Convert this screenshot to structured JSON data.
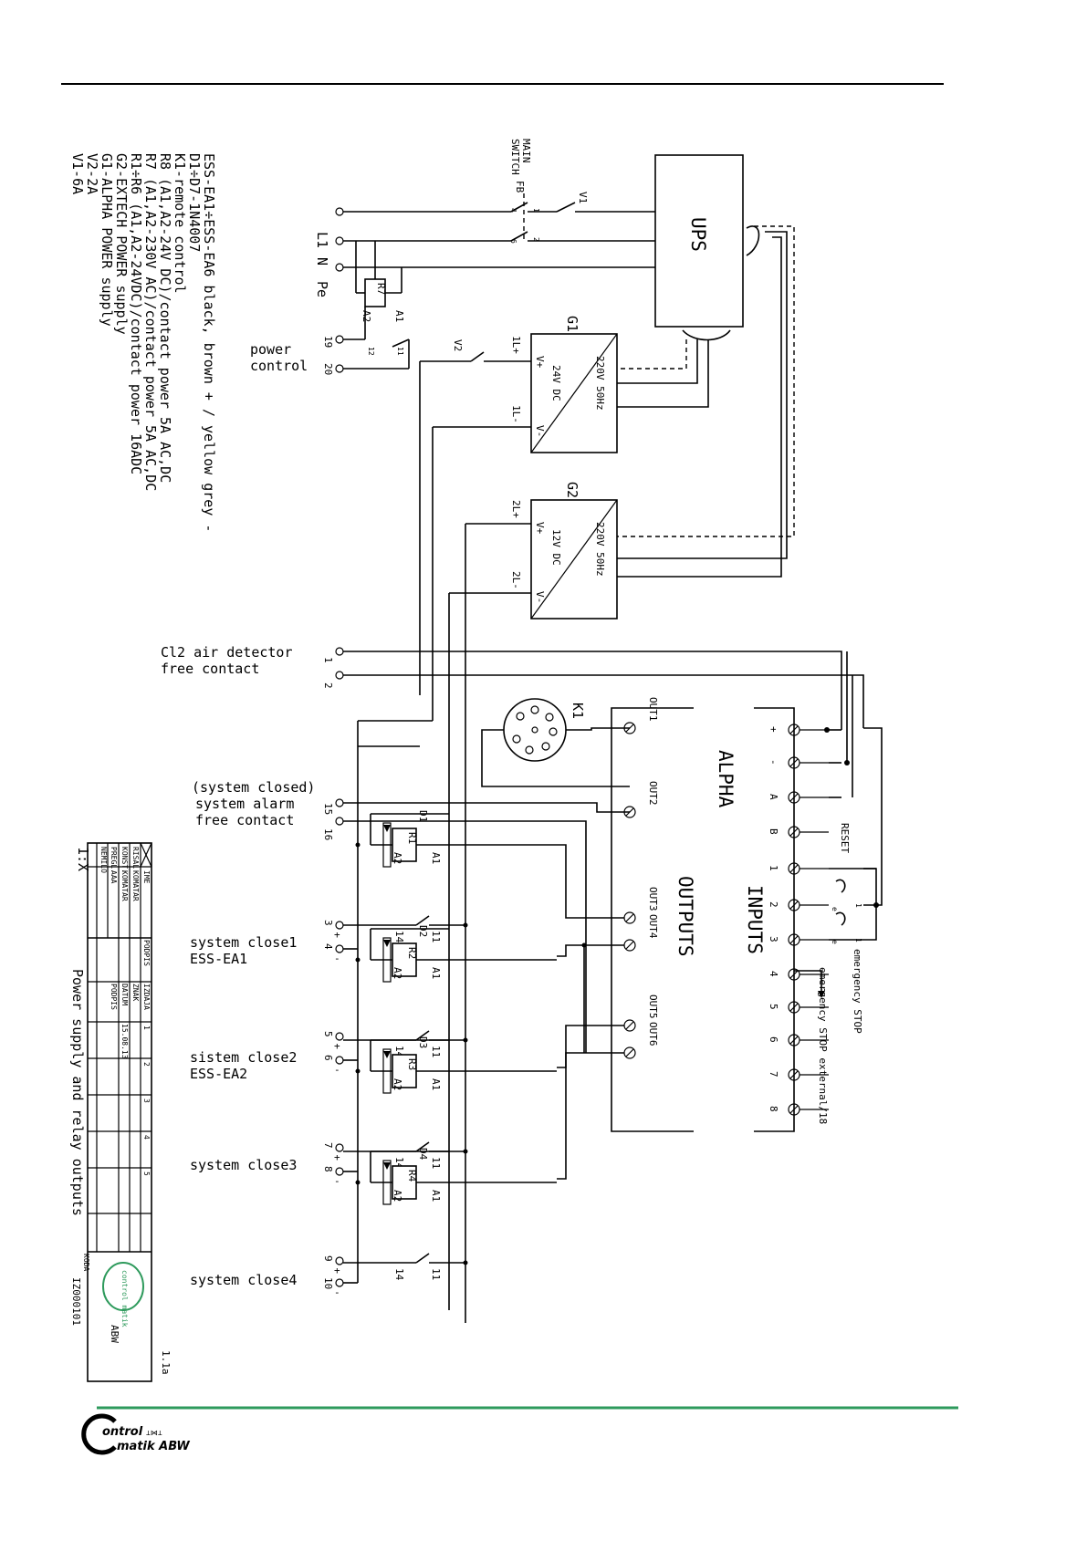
{
  "colors": {
    "accent_green": "#2e9a5c",
    "ink": "#000000"
  },
  "footer_logo": {
    "line1": "ontrol",
    "line2": "matik ABW",
    "glyph": "⊥⋈⊥"
  },
  "legend": [
    "V1-6A",
    "V2-2A",
    "G1-ALPHA POWER supply",
    "G2-EXTECH POWER supply",
    "R1÷R6 (A1,A2-24VDC)/contact power 16ADC",
    "R7 (A1,A2-230V AC)/contact power 5A AC,DC",
    "R8 (A1,A2-24V DC)/contact power 5A AC,DC",
    "K1-remote control",
    "D1÷D7-1N4007",
    "ESS-EA1÷ESS-EA6   black, brown + / yellow grey -"
  ],
  "supply": {
    "main_switch": [
      "MAIN",
      "SWITCH"
    ],
    "fb": "FB",
    "v1": "V1",
    "v2": "V2",
    "l1": "L1",
    "n": "N",
    "pe": "Pe",
    "ups": "UPS",
    "r7": "R7",
    "a1": "A1",
    "a2": "A2",
    "c11": "11",
    "c12": "12",
    "t1": "1",
    "t2": "2",
    "t3": "3",
    "t4": "4",
    "t5": "5",
    "t6": "6",
    "g1": "G1",
    "g2": "G2",
    "g1_in": "220V  50Hz",
    "g1_out": "24V  DC",
    "g2_in": "220V  50Hz",
    "g2_out": "12V  DC",
    "vplus": "V+",
    "vminus": "V-",
    "l1p": "1L+",
    "l1m": "1L-",
    "l2p": "2L+",
    "l2m": "2L-"
  },
  "terminals": {
    "power_control": [
      "power",
      "control"
    ],
    "n19": "19",
    "n20": "20",
    "cl2": [
      "Cl2 air detector",
      "free contact"
    ],
    "n1": "1",
    "n2": "2",
    "sys_closed": [
      "(system closed)",
      "system alarm",
      "free contact"
    ],
    "n15": "15",
    "n16": "16",
    "close1": [
      "system close1",
      "ESS-EA1"
    ],
    "close2": [
      "sistem close2",
      "ESS-EA2"
    ],
    "close3": [
      "system close3"
    ],
    "close4": [
      "system close4"
    ],
    "n3": "3",
    "n4": "4",
    "n5": "5",
    "n6": "6",
    "n7": "7",
    "n8": "8",
    "n9": "9",
    "n10": "10",
    "plus": "+",
    "minus": "-"
  },
  "relays": [
    {
      "r": "R1",
      "d": "D1"
    },
    {
      "r": "R2",
      "d": "D2"
    },
    {
      "r": "R3",
      "d": "D3"
    },
    {
      "r": "R4",
      "d": "D4"
    }
  ],
  "relay_pins": {
    "a1": "A1",
    "a2": "A2",
    "c11": "11",
    "c14": "14"
  },
  "alpha": {
    "title": "ALPHA",
    "outputs": "OUTPUTS",
    "inputs": "INPUTS",
    "k1": "K1",
    "out": [
      "OUT1",
      "OUT2",
      "OUT3",
      "OUT4",
      "OUT5",
      "OUT6"
    ],
    "in_labels": [
      "+",
      "-",
      "A",
      "B",
      "1",
      "2",
      "3",
      "4",
      "5",
      "6",
      "7",
      "8"
    ],
    "reset": "RESET",
    "estop1": "emergency STOP",
    "estop2": "emergency STOP external/18",
    "e": "e",
    "one": "1"
  },
  "title_block": {
    "scale": "1:X",
    "title": "Power supply and relay outputs",
    "sheet": "1.1a",
    "code_label": "KODA",
    "code": "IZ000101",
    "hdr": {
      "x": "",
      "ime": "IME",
      "podpis": "PODPIS",
      "izdaja": "IZDAJA",
      "n1": "1",
      "n2": "2",
      "n3": "3",
      "n4": "4",
      "n5": "5"
    },
    "rows": [
      [
        "RISAL",
        "KOMATAR",
        "",
        "ZNAK",
        "",
        "",
        "",
        "",
        ""
      ],
      [
        "KONST.",
        "KOMATAR",
        "",
        "DATUM",
        "15.08.13",
        "",
        "",
        "",
        ""
      ],
      [
        "PREGL.",
        "AAA",
        "",
        "PODPIS",
        "",
        "",
        "",
        "",
        ""
      ],
      [
        "NEMILO",
        "",
        "",
        "",
        "",
        "",
        "",
        "",
        ""
      ]
    ],
    "logo_top": "control matik",
    "logo_brand": "ABW"
  }
}
